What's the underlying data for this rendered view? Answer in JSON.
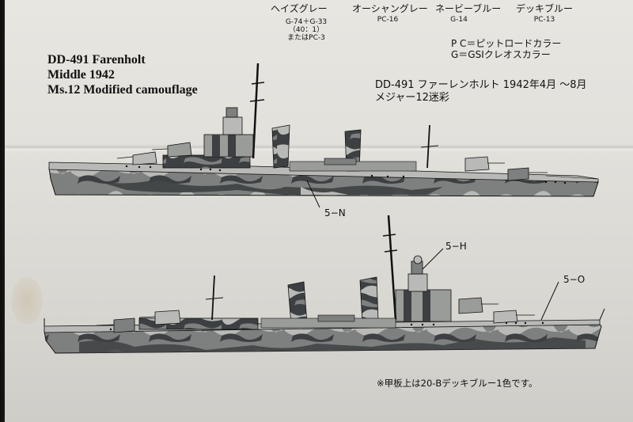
{
  "colors_header": {
    "cols": [
      {
        "name": "ヘイズグレー",
        "code": "G-74＋G-33"
      },
      {
        "name": "オーシャングレー",
        "code": "PC-16"
      },
      {
        "name": "ネービーブルー",
        "code": "G-14"
      },
      {
        "name": "デッキブルー",
        "code": "PC-13"
      }
    ],
    "mix_ratio": "（40：1）",
    "alt": "またはPC-3"
  },
  "legend": {
    "pc": "P C＝ピットロードカラー",
    "g": "G＝GSIクレオスカラー"
  },
  "title_en": {
    "line1": "DD-491 Farenholt",
    "line2": "Middle 1942",
    "line3": "Ms.12 Modified camouflage"
  },
  "title_jp": {
    "line1": "DD-491 ファーレンホルト  1942年4月 〜8月",
    "line2": "メジャー12迷彩"
  },
  "callouts": {
    "n": "5−N",
    "h": "5−H",
    "o": "5−O"
  },
  "footnote": "※甲板上は20-Bデッキブルー1色です。",
  "colors": {
    "paper": "#e4e2dd",
    "haze_gray": "#b9bab7",
    "ocean_gray": "#7d807f",
    "navy_blue": "#3d4042",
    "ink": "#111111"
  }
}
